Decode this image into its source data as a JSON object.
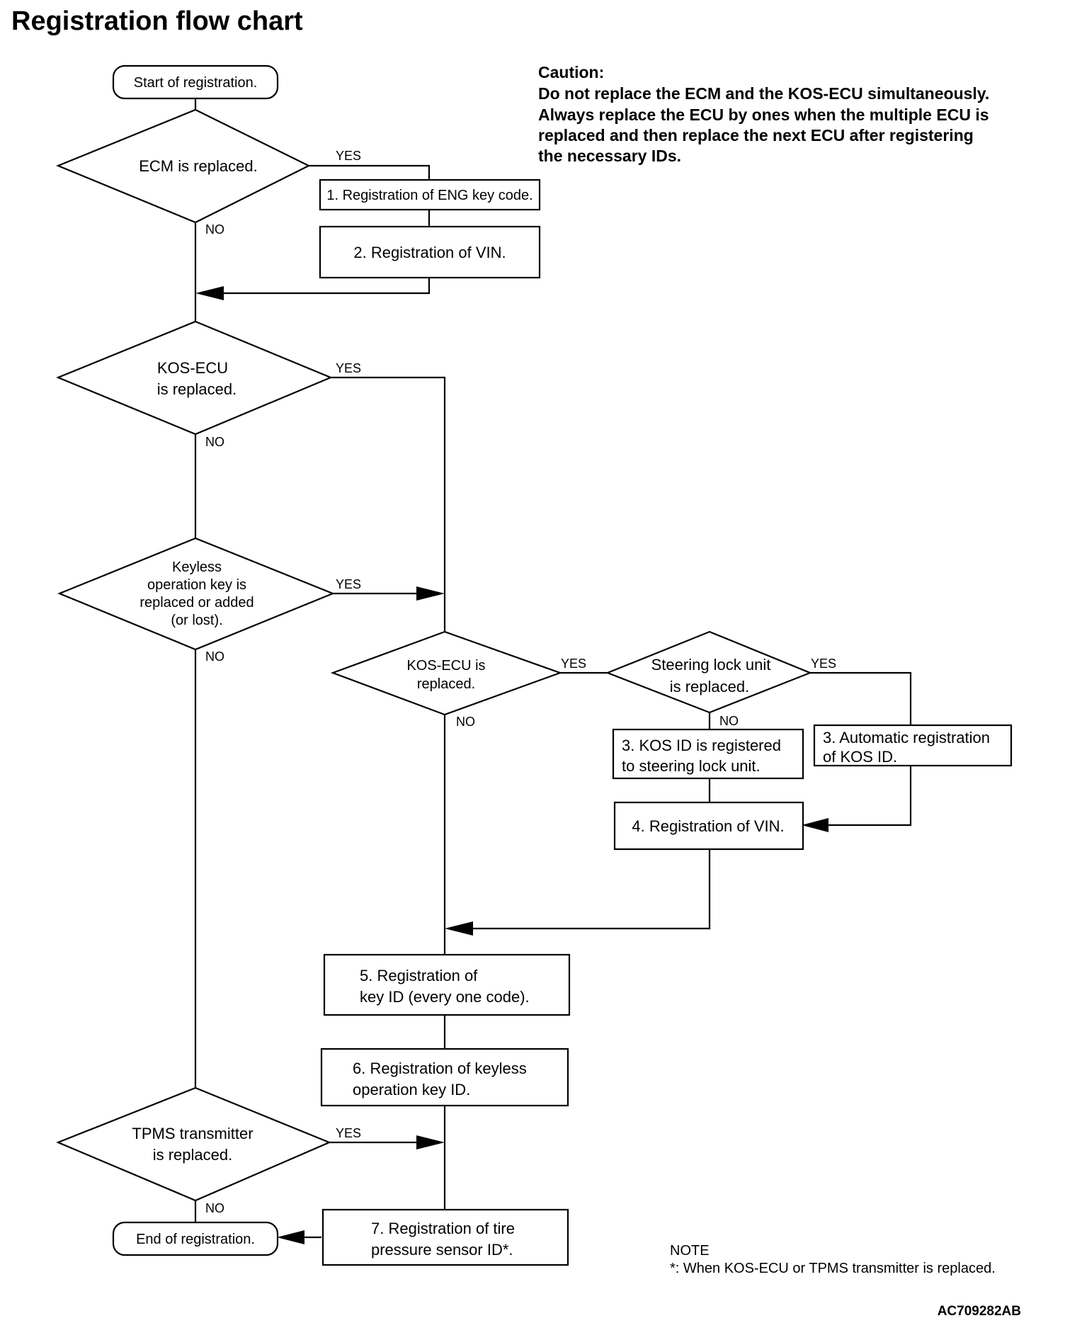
{
  "title": "Registration flow chart",
  "caution": {
    "heading": "Caution:",
    "lines": [
      "Do not replace the ECM and the KOS-ECU simultaneously.",
      "Always replace the ECU by ones when the multiple ECU is",
      "replaced and then replace the next ECU after registering",
      "the necessary IDs."
    ]
  },
  "terminals": {
    "start": "Start of registration.",
    "end": "End of registration."
  },
  "decisions": {
    "ecm": [
      "ECM is replaced."
    ],
    "kos_ecu": [
      "KOS-ECU",
      "is replaced."
    ],
    "keyless": [
      "Keyless",
      "operation key is",
      "replaced or added",
      "(or lost)."
    ],
    "kos_ecu_2": [
      "KOS-ECU is",
      "replaced."
    ],
    "steering": [
      "Steering lock unit",
      "is replaced."
    ],
    "tpms": [
      "TPMS transmitter",
      "is replaced."
    ]
  },
  "processes": {
    "eng_key": [
      "1. Registration of ENG key code."
    ],
    "vin_1": [
      "2. Registration of VIN."
    ],
    "kos_id_steering": [
      "3. KOS ID is registered",
      "to steering lock unit."
    ],
    "auto_kos_id": [
      "3. Automatic registration",
      "of KOS ID."
    ],
    "vin_2": [
      "4. Registration of VIN."
    ],
    "key_id": [
      "5. Registration of",
      "key ID (every one code)."
    ],
    "keyless_key_id": [
      "6. Registration of keyless",
      "operation key ID."
    ],
    "tire_sensor": [
      "7. Registration of tire",
      "pressure sensor ID*."
    ]
  },
  "branch_labels": {
    "yes": "YES",
    "no": "NO"
  },
  "note": {
    "heading": "NOTE",
    "text": "*: When KOS-ECU or TPMS transmitter is replaced."
  },
  "figure_code": "AC709282AB"
}
